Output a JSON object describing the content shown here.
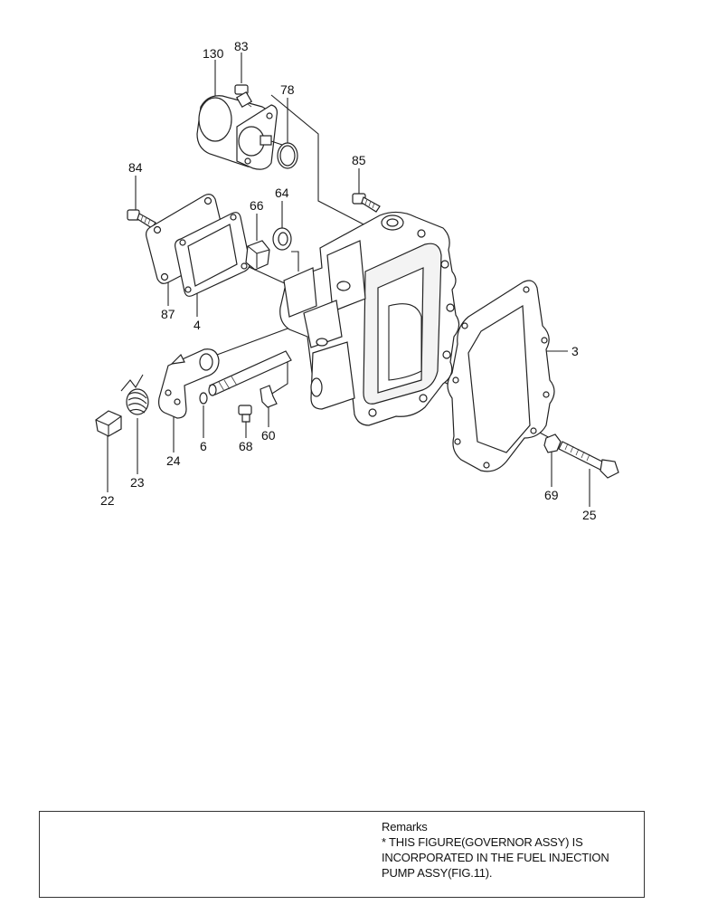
{
  "diagram": {
    "part_labels": [
      "130",
      "83",
      "78",
      "84",
      "85",
      "64",
      "66",
      "87",
      "4",
      "3",
      "24",
      "6",
      "68",
      "60",
      "23",
      "22",
      "69",
      "25"
    ]
  },
  "remarks": {
    "heading": "Remarks",
    "lines": [
      "* THIS FIGURE(GOVERNOR ASSY) IS",
      "INCORPORATED IN THE FUEL INJECTION",
      "PUMP ASSY(FIG.11)."
    ]
  }
}
